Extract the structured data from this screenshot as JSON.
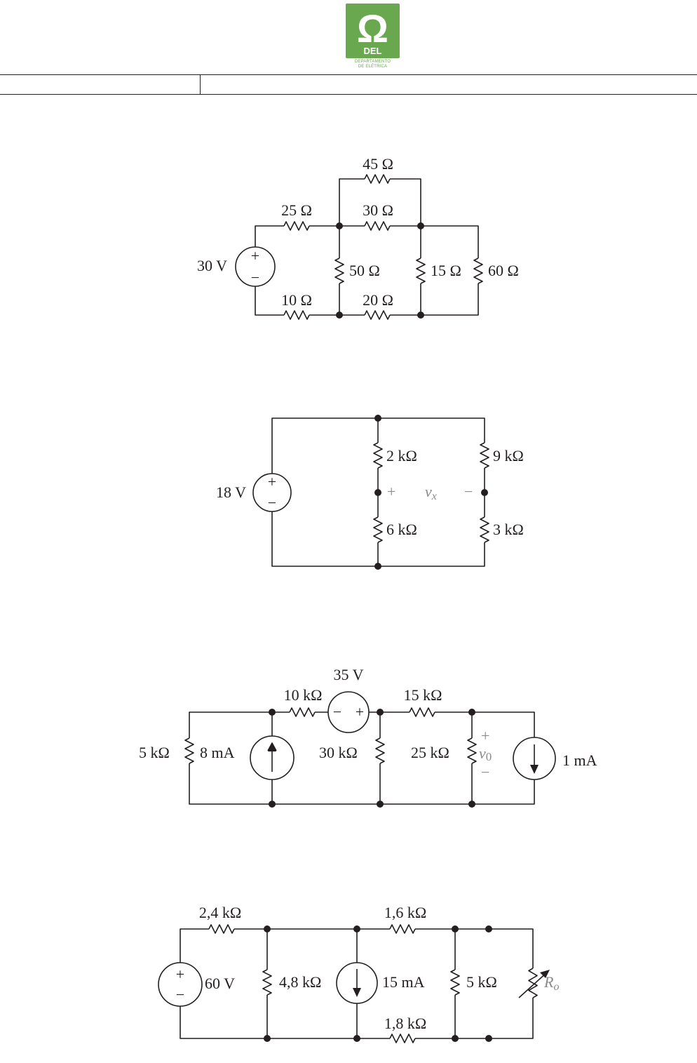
{
  "header": {
    "logo": {
      "symbol": "Ω",
      "acronym": "DEL",
      "line1": "DEPARTAMENTO",
      "line2": "DE ELÉTRICA",
      "color": "#6aa84f"
    }
  },
  "circuit1": {
    "r_top": "45 Ω",
    "r_left_top": "25 Ω",
    "r_mid_top": "30 Ω",
    "source": "30 V",
    "r_vert_a": "50 Ω",
    "r_vert_b": "15 Ω",
    "r_vert_c": "60 Ω",
    "r_left_bot": "10 Ω",
    "r_mid_bot": "20 Ω",
    "plus": "+",
    "minus": "−"
  },
  "circuit2": {
    "source": "18 V",
    "r1": "2 kΩ",
    "r2": "9 kΩ",
    "r3": "6 kΩ",
    "r4": "3 kΩ",
    "v_plus": "+",
    "v_minus": "−",
    "v_label": "v",
    "v_sub": "x",
    "plus": "+",
    "minus": "−"
  },
  "circuit3": {
    "source_v": "35 V",
    "r1": "10 kΩ",
    "r2": "15 kΩ",
    "r_left": "5 kΩ",
    "i_src1": "8 mA",
    "r3": "30 kΩ",
    "r4": "25 kΩ",
    "i_src2": "1 mA",
    "v_plus": "+",
    "v_label": "v",
    "v_sub": "0",
    "v_minus": "−",
    "plus": "+",
    "minus": "−"
  },
  "circuit4": {
    "r1": "2,4 kΩ",
    "r2": "1,6 kΩ",
    "source": "60 V",
    "r3": "4,8 kΩ",
    "i_src": "15 mA",
    "r4": "5 kΩ",
    "r_load": "R",
    "r_load_sub": "o",
    "r5": "1,8 kΩ",
    "plus": "+",
    "minus": "−"
  }
}
